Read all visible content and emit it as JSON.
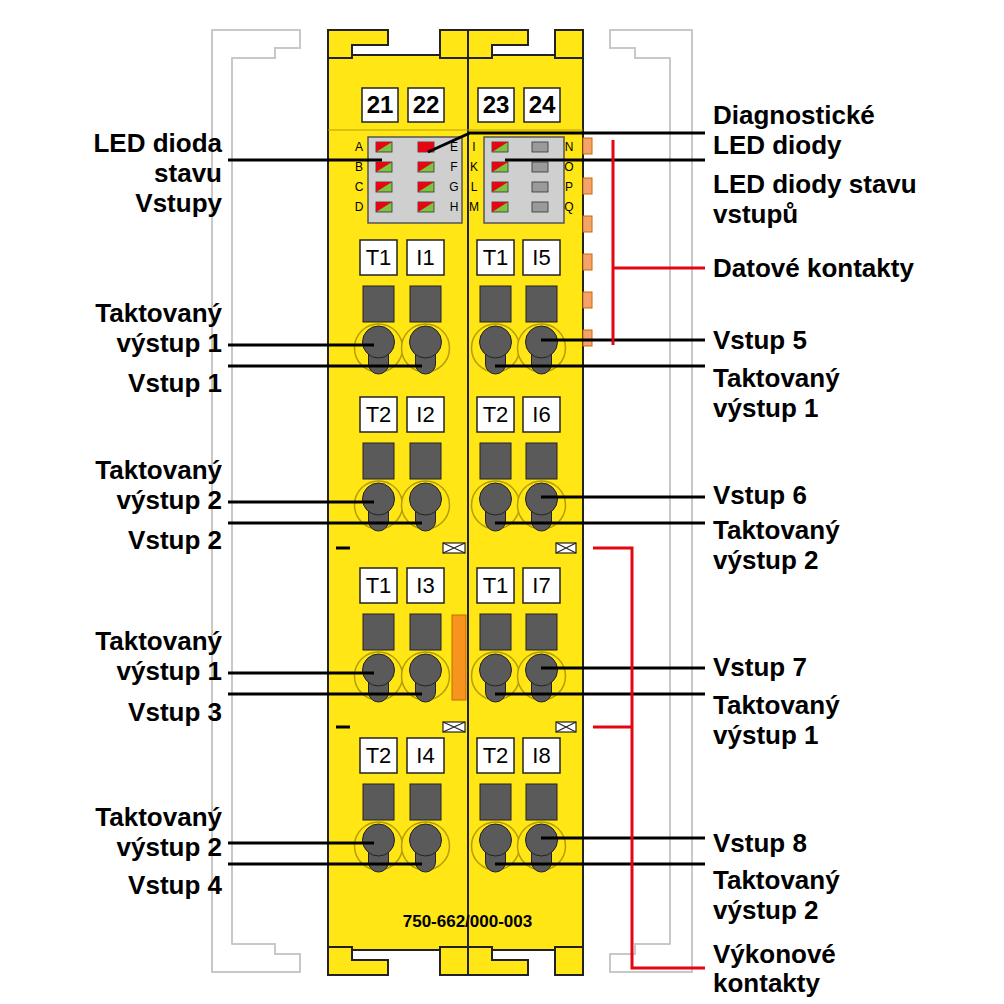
{
  "diagram": {
    "labels": [
      "21",
      "22",
      "23",
      "24",
      "A",
      "B",
      "C",
      "D",
      "E",
      "F",
      "G",
      "H",
      "I",
      "K",
      "L",
      "M",
      "N",
      "O",
      "P",
      "Q",
      "T1",
      "I1",
      "T1",
      "I5",
      "T2",
      "I2",
      "T2",
      "I6",
      "T1",
      "I3",
      "T1",
      "I7",
      "T2",
      "I4",
      "T2",
      "I8",
      "750-662/000-003",
      "LED dioda stavu Vstupy",
      "Taktovaný výstup 1",
      "Vstup 1",
      "Taktovaný výstup 2",
      "Vstup 2",
      "Taktovaný výstup 1",
      "Vstup 3",
      "Taktovaný výstup 2",
      "Vstup 4",
      "Diagnostické LED diody",
      "LED diody stavu vstupů",
      "Datové kontakty",
      "Vstup 5",
      "Taktovaný výstup 1",
      "Vstup 6",
      "Taktovaný výstup 2",
      "Vstup 7",
      "Taktovaný výstup 1",
      "Vstup 8",
      "Taktovaný výstup 2",
      "Výkonové kontakty"
    ]
  }
}
